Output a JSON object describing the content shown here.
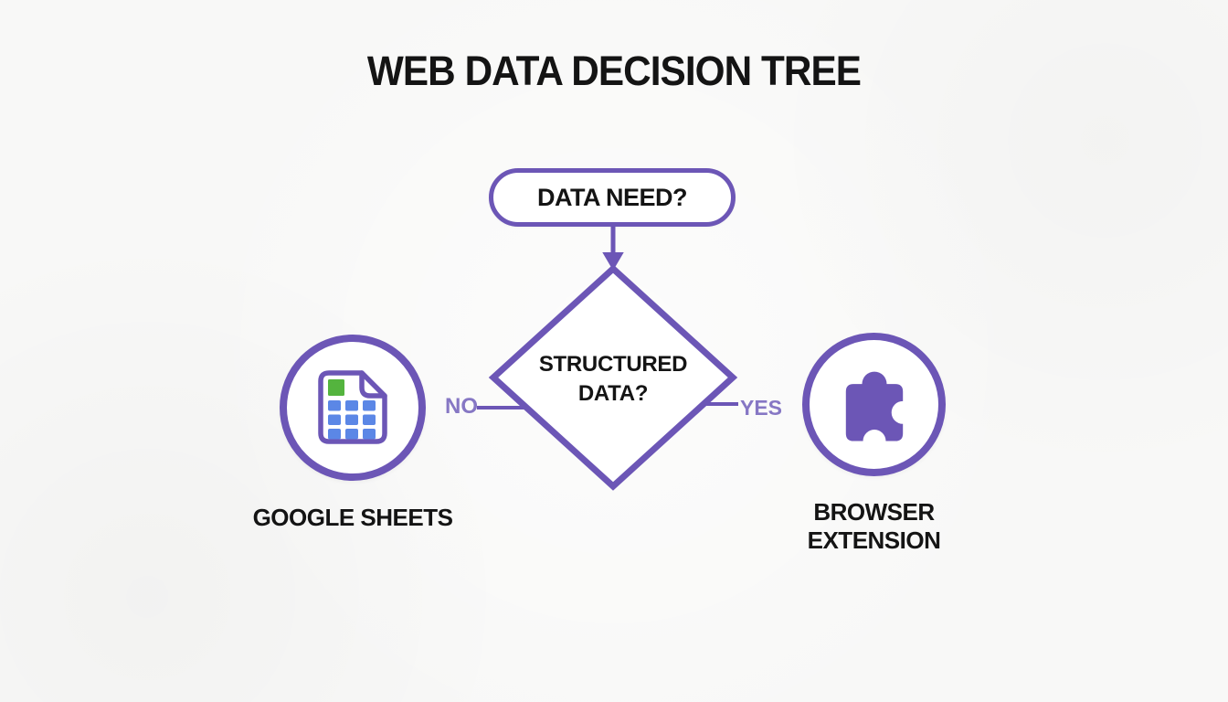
{
  "title": "WEB DATA DECISION TREE",
  "flowchart": {
    "start_node": {
      "label": "DATA NEED?"
    },
    "decision_node": {
      "label": "STRUCTURED DATA?"
    },
    "no_branch": {
      "edge_label": "NO",
      "node_label": "GOOGLE SHEETS",
      "icon": "spreadsheet-icon"
    },
    "yes_branch": {
      "edge_label": "YES",
      "node_label": "BROWSER EXTENSION",
      "icon": "puzzle-piece-icon"
    }
  },
  "colors": {
    "accent_purple": "#6C56B6",
    "edge_label_purple": "#8677C4",
    "text_black": "#141414",
    "background": "#F8F8F7",
    "spreadsheet_cell_blue": "#5B87E6",
    "spreadsheet_corner_green": "#54B43E"
  }
}
